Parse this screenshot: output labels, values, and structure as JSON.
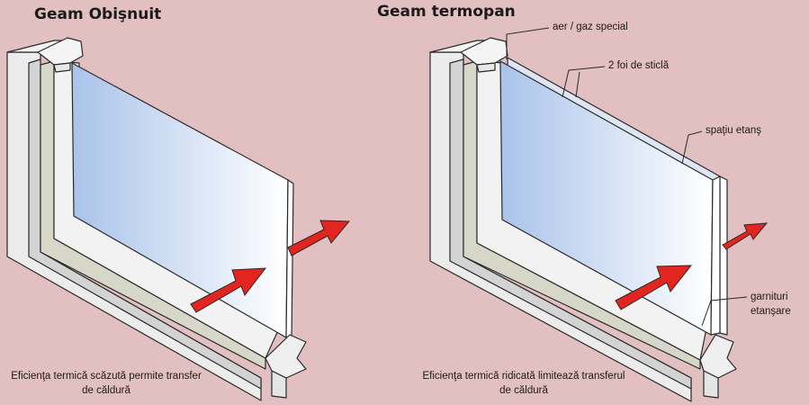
{
  "left": {
    "title": "Geam Obişnuit",
    "caption_line1": "Eficienţa termică scăzută permite transfer",
    "caption_line2": "de căldură"
  },
  "right": {
    "title": "Geam termopan",
    "labels": {
      "gas": "aer / gaz special",
      "panes": "2 foi de sticlă",
      "sealed_space": "spaţiu etanş",
      "gaskets_line1": "garnituri",
      "gaskets_line2": "etanşare"
    },
    "caption_line1": "Eficienţa termică ridicată limitează transferul",
    "caption_line2": "de căldură"
  },
  "colors": {
    "background": "#e2bfc0",
    "frame": "#ededed",
    "frame_shadow": "#cfcfcf",
    "gasket": "#d6d6c8",
    "glass_start": "#a9c3ea",
    "glass_end": "#ffffff",
    "arrow": "#e3251f"
  }
}
